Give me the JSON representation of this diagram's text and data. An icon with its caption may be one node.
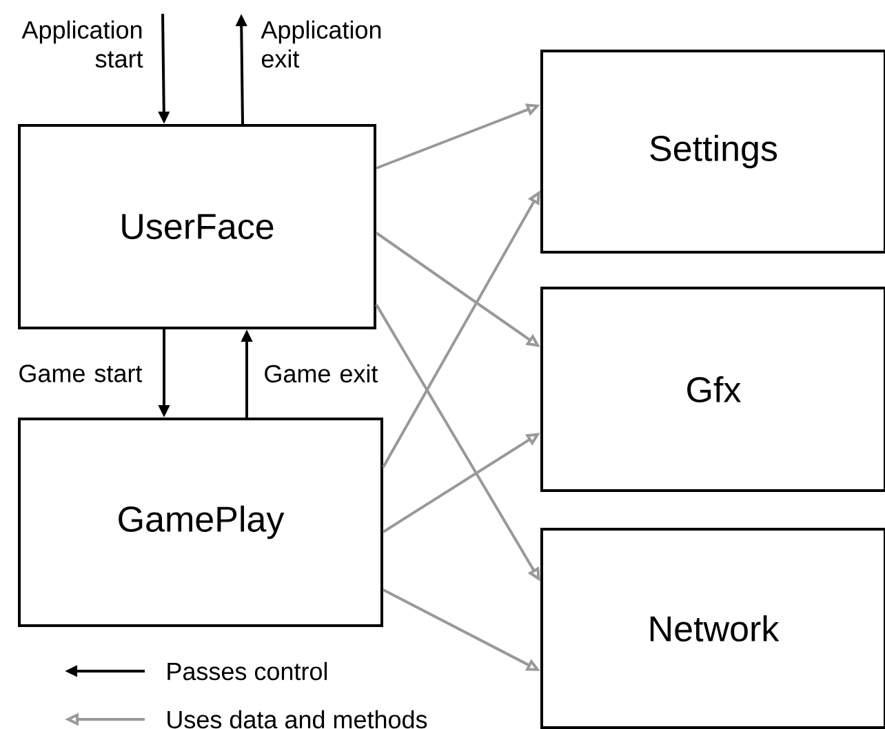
{
  "diagram": {
    "nodes": [
      {
        "text": [
          "UserFace"
        ]
      },
      {
        "text": [
          "GamePlay"
        ]
      },
      {
        "text": [
          "Settings"
        ]
      },
      {
        "text": [
          "Gfx"
        ]
      },
      {
        "text": [
          "Network"
        ]
      }
    ],
    "edges": [
      {
        "from": null,
        "to": 0,
        "arrow": "to",
        "label": "Application start",
        "color": "#000000"
      },
      {
        "from": 0,
        "to": null,
        "arrow": "to",
        "label": "Application exit",
        "color": "#000000"
      },
      {
        "from": 0,
        "to": 1,
        "arrow": "to",
        "label": "Game start",
        "color": "#000000"
      },
      {
        "from": 1,
        "to": 0,
        "arrow": "to",
        "label": "Game exit",
        "color": "#000000"
      },
      {
        "from": 0,
        "to": 2,
        "arrow": "to"
      },
      {
        "from": 0,
        "to": 3,
        "arrow": "to"
      },
      {
        "from": 0,
        "to": 4,
        "arrow": "to"
      },
      {
        "from": 1,
        "to": 2,
        "arrow": "to"
      },
      {
        "from": 1,
        "to": 3,
        "arrow": "to"
      },
      {
        "from": 1,
        "to": 4,
        "arrow": "to"
      }
    ],
    "legend": [
      {
        "text": "Passes control"
      },
      {
        "text": "Uses data and methods"
      }
    ]
  }
}
